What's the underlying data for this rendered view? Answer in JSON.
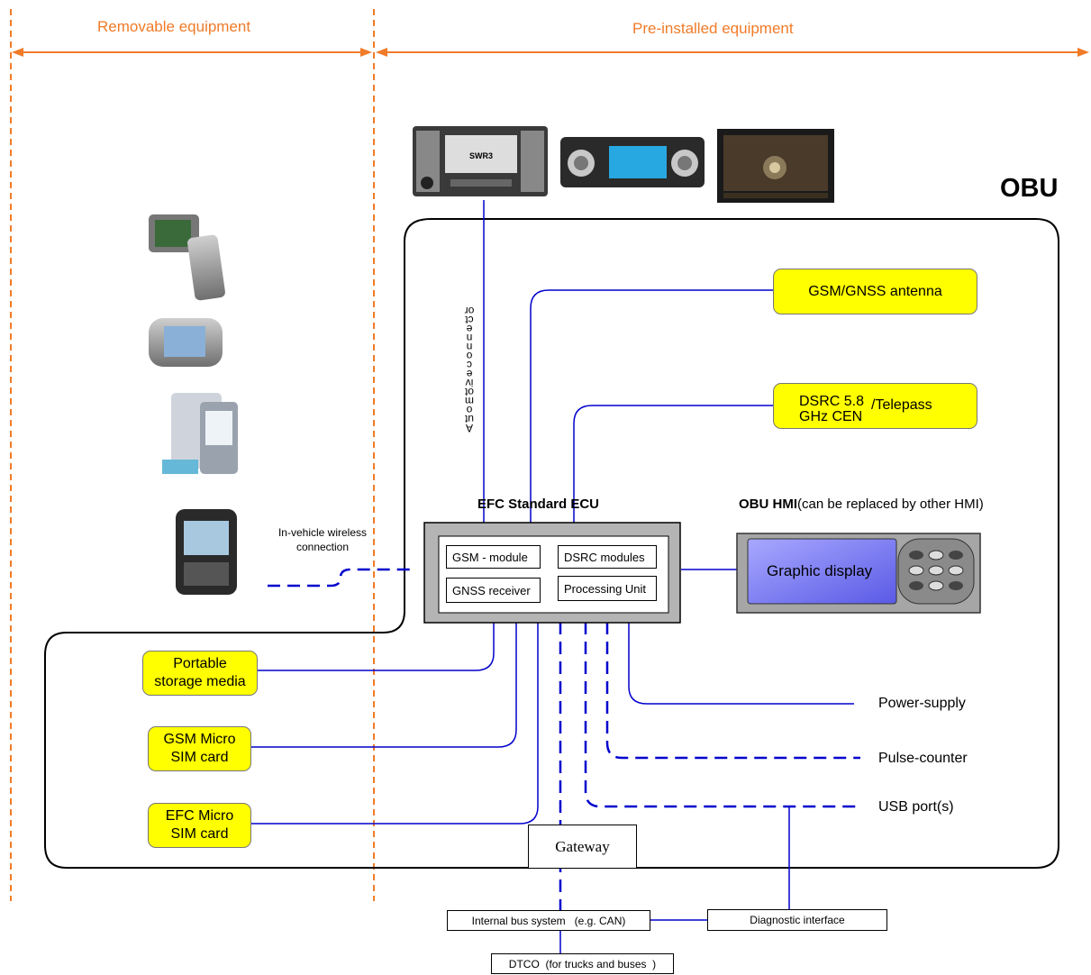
{
  "regions": {
    "removable": "Removable equipment",
    "preinstalled": "Pre-installed equipment"
  },
  "obu_title": "OBU",
  "ecu": {
    "title": "EFC Standard ECU",
    "modules": [
      "GSM  - module",
      "DSRC modules",
      "GNSS receiver",
      "Processing Unit"
    ]
  },
  "hmi": {
    "title_bold": "OBU HMI",
    "title_rest": "(can be replaced by other HMI)",
    "display_label": "Graphic display"
  },
  "antennas": {
    "gsm_gnss": "GSM/GNSS antenna",
    "dsrc_line1": "DSRC 5.8",
    "dsrc_line2": "GHz CEN",
    "dsrc_suffix": "/Telepass"
  },
  "vertical_label": "Automotive connector",
  "wireless_label_1": "In-vehicle wireless",
  "wireless_label_2": "connection",
  "storage": {
    "line1": "Portable",
    "line2": "storage media"
  },
  "gsm_sim": {
    "line1": "GSM Micro",
    "line2": "SIM card"
  },
  "efc_sim": {
    "line1": "EFC Micro",
    "line2": "SIM card"
  },
  "outputs": {
    "power": "Power-supply",
    "pulse": "Pulse-counter",
    "usb": "USB port(s)"
  },
  "gateway": "Gateway",
  "bus": "Internal bus system   (e.g. CAN)",
  "diagnostic": "Diagnostic interface",
  "dtco": "DTCO  (for trucks and buses  )",
  "colors": {
    "accent": "#f07b28",
    "line": "#0000cc",
    "highlight": "#ffff00",
    "display": "#7878ee"
  },
  "icons": [
    "car-radio-icon",
    "car-radio-blue-icon",
    "nav-screen-icon",
    "phone-icon",
    "pda-icon",
    "smartphone-icon",
    "blackberry-icon"
  ]
}
